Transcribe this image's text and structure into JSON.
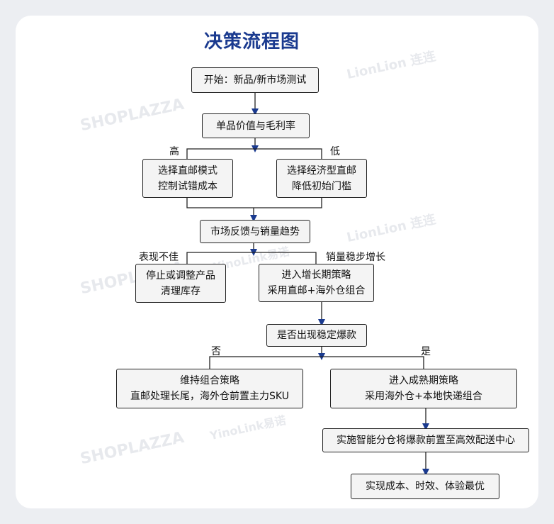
{
  "title": "决策流程图",
  "nodes": {
    "start": "开始：新品/新市场测试",
    "margin": "单品价值与毛利率",
    "direct_l1": "选择直邮模式",
    "direct_l2": "控制试错成本",
    "low_l1": "选择经济型直邮",
    "low_l2": "降低初始门槛",
    "feedback": "市场反馈与销量趋势",
    "stop_l1": "停止或调整产品",
    "stop_l2": "清理库存",
    "growth_l1": "进入增长期策略",
    "growth_l2": "采用直邮+海外仓组合",
    "hot": "是否出现稳定爆款",
    "keep_l1": "维持组合策略",
    "keep_l2": "直邮处理长尾，海外仓前置主力SKU",
    "mature_l1": "进入成熟期策略",
    "mature_l2": "采用海外仓+本地快递组合",
    "smart": "实施智能分仓将爆款前置至高效配送中心",
    "final": "实现成本、时效、体验最优"
  },
  "edge_labels": {
    "high": "高",
    "low": "低",
    "poor": "表现不佳",
    "growth": "销量稳步增长",
    "no": "否",
    "yes": "是"
  },
  "watermarks": {
    "shoplazza": "SHOPLAZZA",
    "lionlion": "LionLion 连连",
    "yinolink": "YinoLink易诺"
  },
  "colors": {
    "title": "#1a3a8f",
    "arrow": "#1a3a8f",
    "line": "#222222"
  }
}
